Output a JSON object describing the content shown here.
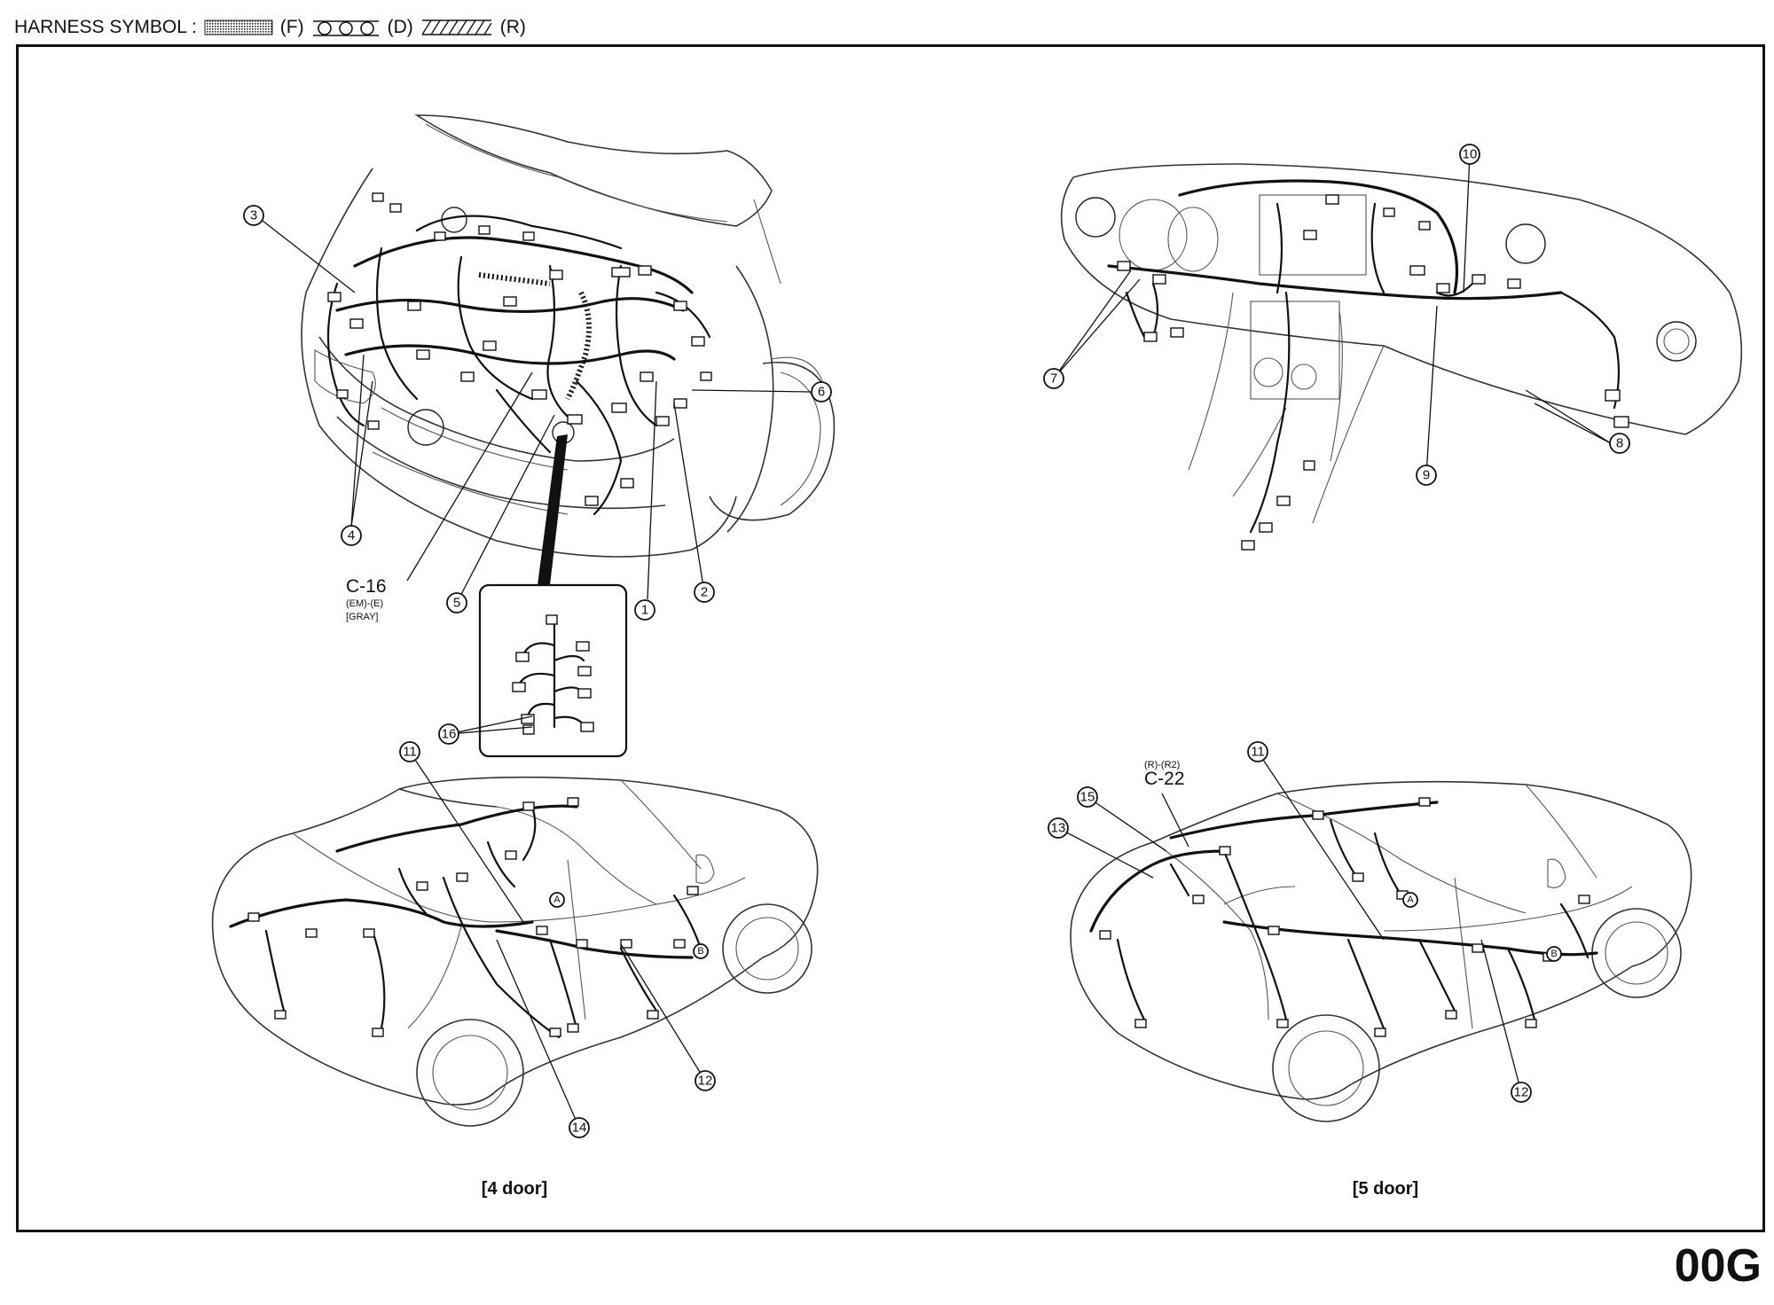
{
  "legend": {
    "title": "HARNESS SYMBOL :",
    "f_label": "(F)",
    "d_label": "(D)",
    "r_label": "(R)"
  },
  "callouts": [
    "1",
    "2",
    "3",
    "4",
    "5",
    "6",
    "7",
    "8",
    "9",
    "10",
    "11",
    "12",
    "13",
    "14",
    "15",
    "16",
    "A",
    "B"
  ],
  "connector_c16": {
    "code": "C-16",
    "harness": "(EM)-(E)",
    "color": "[GRAY]"
  },
  "connector_c22": {
    "code": "C-22",
    "harness": "(R)-(R2)"
  },
  "captions": {
    "four_door": "[4 door]",
    "five_door": "[5 door]"
  },
  "page_code": "00G"
}
